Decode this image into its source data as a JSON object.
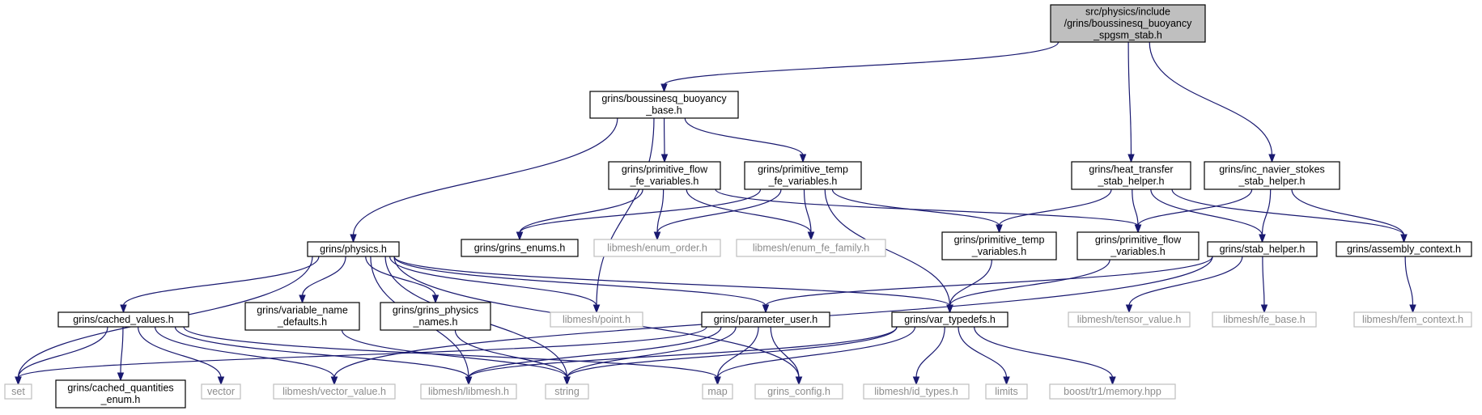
{
  "colors": {
    "edge": "#191970",
    "root_fill": "#bfbfbf",
    "border": "#000000",
    "gray_border": "#bfbfbf",
    "gray_text": "#8c8c8c"
  },
  "nodes": [
    {
      "id": "root",
      "lines": [
        "src/physics/include",
        "/grins/boussinesq_buoyancy",
        "_spgsm_stab.h"
      ],
      "style": "root"
    },
    {
      "id": "bbase",
      "lines": [
        "grins/boussinesq_buoyancy",
        "_base.h"
      ],
      "style": "black"
    },
    {
      "id": "htsh",
      "lines": [
        "grins/heat_transfer",
        "_stab_helper.h"
      ],
      "style": "black"
    },
    {
      "id": "incns",
      "lines": [
        "grins/inc_navier_stokes",
        "_stab_helper.h"
      ],
      "style": "black"
    },
    {
      "id": "pffv",
      "lines": [
        "grins/primitive_flow",
        "_fe_variables.h"
      ],
      "style": "black"
    },
    {
      "id": "ptfv",
      "lines": [
        "grins/primitive_temp",
        "_fe_variables.h"
      ],
      "style": "black"
    },
    {
      "id": "physics",
      "lines": [
        "grins/physics.h"
      ],
      "style": "black"
    },
    {
      "id": "genums",
      "lines": [
        "grins/grins_enums.h"
      ],
      "style": "black"
    },
    {
      "id": "enumorder",
      "lines": [
        "libmesh/enum_order.h"
      ],
      "style": "gray"
    },
    {
      "id": "enumfe",
      "lines": [
        "libmesh/enum_fe_family.h"
      ],
      "style": "gray"
    },
    {
      "id": "ptv",
      "lines": [
        "grins/primitive_temp",
        "_variables.h"
      ],
      "style": "black"
    },
    {
      "id": "pfv",
      "lines": [
        "grins/primitive_flow",
        "_variables.h"
      ],
      "style": "black"
    },
    {
      "id": "stab",
      "lines": [
        "grins/stab_helper.h"
      ],
      "style": "black"
    },
    {
      "id": "asm",
      "lines": [
        "grins/assembly_context.h"
      ],
      "style": "black"
    },
    {
      "id": "cached",
      "lines": [
        "grins/cached_values.h"
      ],
      "style": "black"
    },
    {
      "id": "varname",
      "lines": [
        "grins/variable_name",
        "_defaults.h"
      ],
      "style": "black"
    },
    {
      "id": "physnames",
      "lines": [
        "grins/grins_physics",
        "_names.h"
      ],
      "style": "black"
    },
    {
      "id": "point",
      "lines": [
        "libmesh/point.h"
      ],
      "style": "gray"
    },
    {
      "id": "param",
      "lines": [
        "grins/parameter_user.h"
      ],
      "style": "black"
    },
    {
      "id": "vartd",
      "lines": [
        "grins/var_typedefs.h"
      ],
      "style": "black"
    },
    {
      "id": "tensor",
      "lines": [
        "libmesh/tensor_value.h"
      ],
      "style": "gray"
    },
    {
      "id": "febase",
      "lines": [
        "libmesh/fe_base.h"
      ],
      "style": "gray"
    },
    {
      "id": "femctx",
      "lines": [
        "libmesh/fem_context.h"
      ],
      "style": "gray"
    },
    {
      "id": "set",
      "lines": [
        "set"
      ],
      "style": "gray"
    },
    {
      "id": "cqe",
      "lines": [
        "grins/cached_quantities",
        "_enum.h"
      ],
      "style": "black"
    },
    {
      "id": "vector",
      "lines": [
        "vector"
      ],
      "style": "gray"
    },
    {
      "id": "vecval",
      "lines": [
        "libmesh/vector_value.h"
      ],
      "style": "gray"
    },
    {
      "id": "libmesh",
      "lines": [
        "libmesh/libmesh.h"
      ],
      "style": "gray"
    },
    {
      "id": "string",
      "lines": [
        "string"
      ],
      "style": "gray"
    },
    {
      "id": "map",
      "lines": [
        "map"
      ],
      "style": "gray"
    },
    {
      "id": "config",
      "lines": [
        "grins_config.h"
      ],
      "style": "gray"
    },
    {
      "id": "idtypes",
      "lines": [
        "libmesh/id_types.h"
      ],
      "style": "gray"
    },
    {
      "id": "limits",
      "lines": [
        "limits"
      ],
      "style": "gray"
    },
    {
      "id": "boostmem",
      "lines": [
        "boost/tr1/memory.hpp"
      ],
      "style": "gray"
    }
  ],
  "edges": [
    [
      "root",
      "bbase"
    ],
    [
      "root",
      "htsh"
    ],
    [
      "root",
      "incns"
    ],
    [
      "bbase",
      "physics"
    ],
    [
      "bbase",
      "pffv"
    ],
    [
      "bbase",
      "ptfv"
    ],
    [
      "bbase",
      "point"
    ],
    [
      "pffv",
      "genums"
    ],
    [
      "pffv",
      "enumorder"
    ],
    [
      "pffv",
      "enumfe"
    ],
    [
      "pffv",
      "pfv"
    ],
    [
      "ptfv",
      "genums"
    ],
    [
      "ptfv",
      "enumorder"
    ],
    [
      "ptfv",
      "enumfe"
    ],
    [
      "ptfv",
      "ptv"
    ],
    [
      "ptfv",
      "vartd"
    ],
    [
      "htsh",
      "ptv"
    ],
    [
      "htsh",
      "pfv"
    ],
    [
      "htsh",
      "stab"
    ],
    [
      "htsh",
      "asm"
    ],
    [
      "incns",
      "pfv"
    ],
    [
      "incns",
      "stab"
    ],
    [
      "incns",
      "asm"
    ],
    [
      "ptv",
      "vartd"
    ],
    [
      "pfv",
      "vartd"
    ],
    [
      "stab",
      "param"
    ],
    [
      "stab",
      "tensor"
    ],
    [
      "stab",
      "febase"
    ],
    [
      "stab",
      "vecval"
    ],
    [
      "asm",
      "femctx"
    ],
    [
      "physics",
      "set"
    ],
    [
      "physics",
      "cached"
    ],
    [
      "physics",
      "varname"
    ],
    [
      "physics",
      "physnames"
    ],
    [
      "physics",
      "point"
    ],
    [
      "physics",
      "param"
    ],
    [
      "physics",
      "vartd"
    ],
    [
      "physics",
      "libmesh"
    ],
    [
      "physics",
      "string"
    ],
    [
      "physics",
      "config"
    ],
    [
      "cached",
      "set"
    ],
    [
      "cached",
      "cqe"
    ],
    [
      "cached",
      "vector"
    ],
    [
      "cached",
      "vecval"
    ],
    [
      "cached",
      "libmesh"
    ],
    [
      "cached",
      "map"
    ],
    [
      "varname",
      "string"
    ],
    [
      "physnames",
      "string"
    ],
    [
      "param",
      "set"
    ],
    [
      "param",
      "map"
    ],
    [
      "param",
      "string"
    ],
    [
      "param",
      "config"
    ],
    [
      "param",
      "libmesh"
    ],
    [
      "vartd",
      "string"
    ],
    [
      "vartd",
      "map"
    ],
    [
      "vartd",
      "idtypes"
    ],
    [
      "vartd",
      "limits"
    ],
    [
      "vartd",
      "boostmem"
    ],
    [
      "vartd",
      "libmesh"
    ]
  ]
}
